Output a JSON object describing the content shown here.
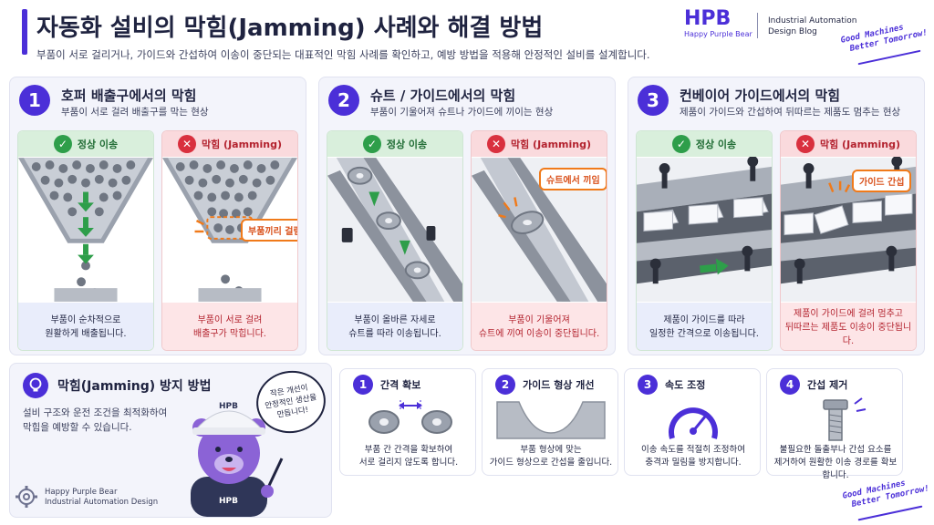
{
  "header": {
    "title": "자동화 설비의 막힘(Jamming) 사례와 해결 방법",
    "subtitle": "부품이 서로 걸리거나, 가이드와 간섭하여 이송이 중단되는 대표적인 막힘 사례를 확인하고, 예방 방법을 적용해 안정적인 설비를 설계합니다."
  },
  "brand": {
    "logo": "HPB",
    "sub": "Happy Purple Bear",
    "blog_line1": "Industrial Automation",
    "blog_line2": "Design Blog",
    "slogan_line1": "Good Machines",
    "slogan_line2": "Better Tomorrow!"
  },
  "status": {
    "ok_label": "정상 이송",
    "bad_label": "막힘 (Jamming)"
  },
  "sections": [
    {
      "num": "1",
      "title": "호퍼 배출구에서의 막힘",
      "desc": "부품이 서로 걸려 배출구를 막는 현상",
      "ok_cap_1": "부품이 순차적으로",
      "ok_cap_2": "원활하게 배출됩니다.",
      "bad_cap_1": "부품이 서로 걸려",
      "bad_cap_2": "배출구가 막힙니다.",
      "callout": "부품끼리 걸림"
    },
    {
      "num": "2",
      "title": "슈트 / 가이드에서의 막힘",
      "desc": "부품이 기울어져 슈트나 가이드에 끼이는 현상",
      "ok_cap_1": "부품이 올바른 자세로",
      "ok_cap_2": "슈트를 따라 이송됩니다.",
      "bad_cap_1": "부품이 기울어져",
      "bad_cap_2": "슈트에 끼여 이송이 중단됩니다.",
      "callout": "슈트에서 끼임"
    },
    {
      "num": "3",
      "title": "컨베이어 가이드에서의 막힘",
      "desc": "제품이 가이드와 간섭하여 뒤따르는 제품도 멈추는 현상",
      "ok_cap_1": "제품이 가이드를 따라",
      "ok_cap_2": "일정한 간격으로 이송됩니다.",
      "bad_cap_1": "제품이 가이드에 걸려 멈추고",
      "bad_cap_2": "뒤따르는 제품도 이송이 중단됩니다.",
      "callout": "가이드 간섭"
    }
  ],
  "prevention": {
    "title": "막힘(Jamming) 방지 방법",
    "desc_1": "설비 구조와 운전 조건을 최적화하여",
    "desc_2": "막힘을 예방할 수 있습니다.",
    "bubble_1": "작은 개선이",
    "bubble_2": "안정적인 생산을",
    "bubble_3": "만듭니다!",
    "hat_label": "HPB",
    "shirt_label": "HPB"
  },
  "tips": [
    {
      "num": "1",
      "title": "간격 확보",
      "desc_1": "부품 간 간격을 확보하여",
      "desc_2": "서로 걸리지 않도록 합니다.",
      "icon": "gap-icon"
    },
    {
      "num": "2",
      "title": "가이드 형상 개선",
      "desc_1": "부품 형상에 맞는",
      "desc_2": "가이드 형상으로 간섭을 줄입니다.",
      "icon": "guide-shape-icon"
    },
    {
      "num": "3",
      "title": "속도 조정",
      "desc_1": "이송 속도를 적절히 조정하여",
      "desc_2": "충격과 밀림을 방지합니다.",
      "icon": "speedometer-icon"
    },
    {
      "num": "4",
      "title": "간섭 제거",
      "desc_1": "불필요한 돌출부나 간섭 요소를",
      "desc_2": "제거하여 원활한 이송 경로를 확보합니다.",
      "icon": "bolt-icon"
    }
  ],
  "footer": {
    "line1": "Happy Purple Bear",
    "line2": "Industrial Automation Design"
  },
  "colors": {
    "accent": "#4b2fd8",
    "ok": "#2e9e4a",
    "bad": "#d9303e",
    "callout": "#f07a1a"
  }
}
